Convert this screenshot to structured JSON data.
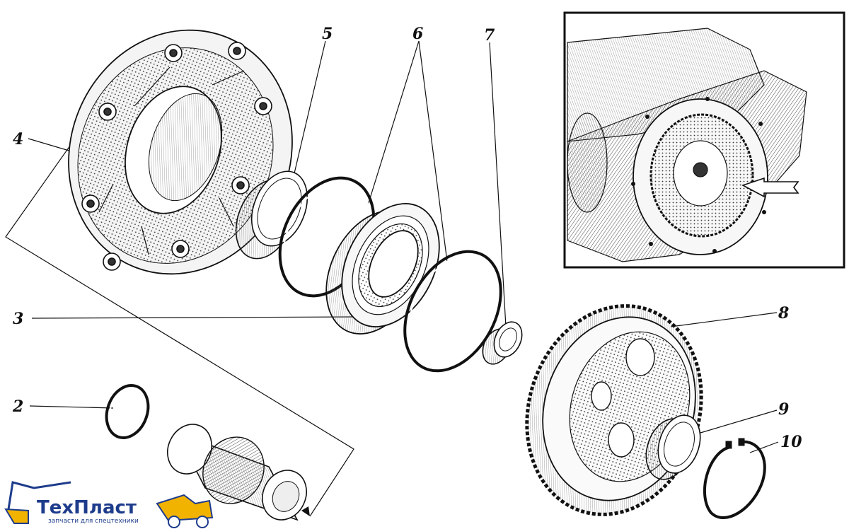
{
  "callouts": {
    "c2": "2",
    "c3": "3",
    "c4": "4",
    "c5": "5",
    "c6": "6",
    "c7": "7",
    "c8": "8",
    "c9": "9",
    "c10": "10"
  },
  "logo": {
    "name": "ТехПласт",
    "tagline": "запчасти для спецтехники",
    "colors": {
      "primary": "#1e3c8c",
      "accent": "#f2b300"
    }
  }
}
